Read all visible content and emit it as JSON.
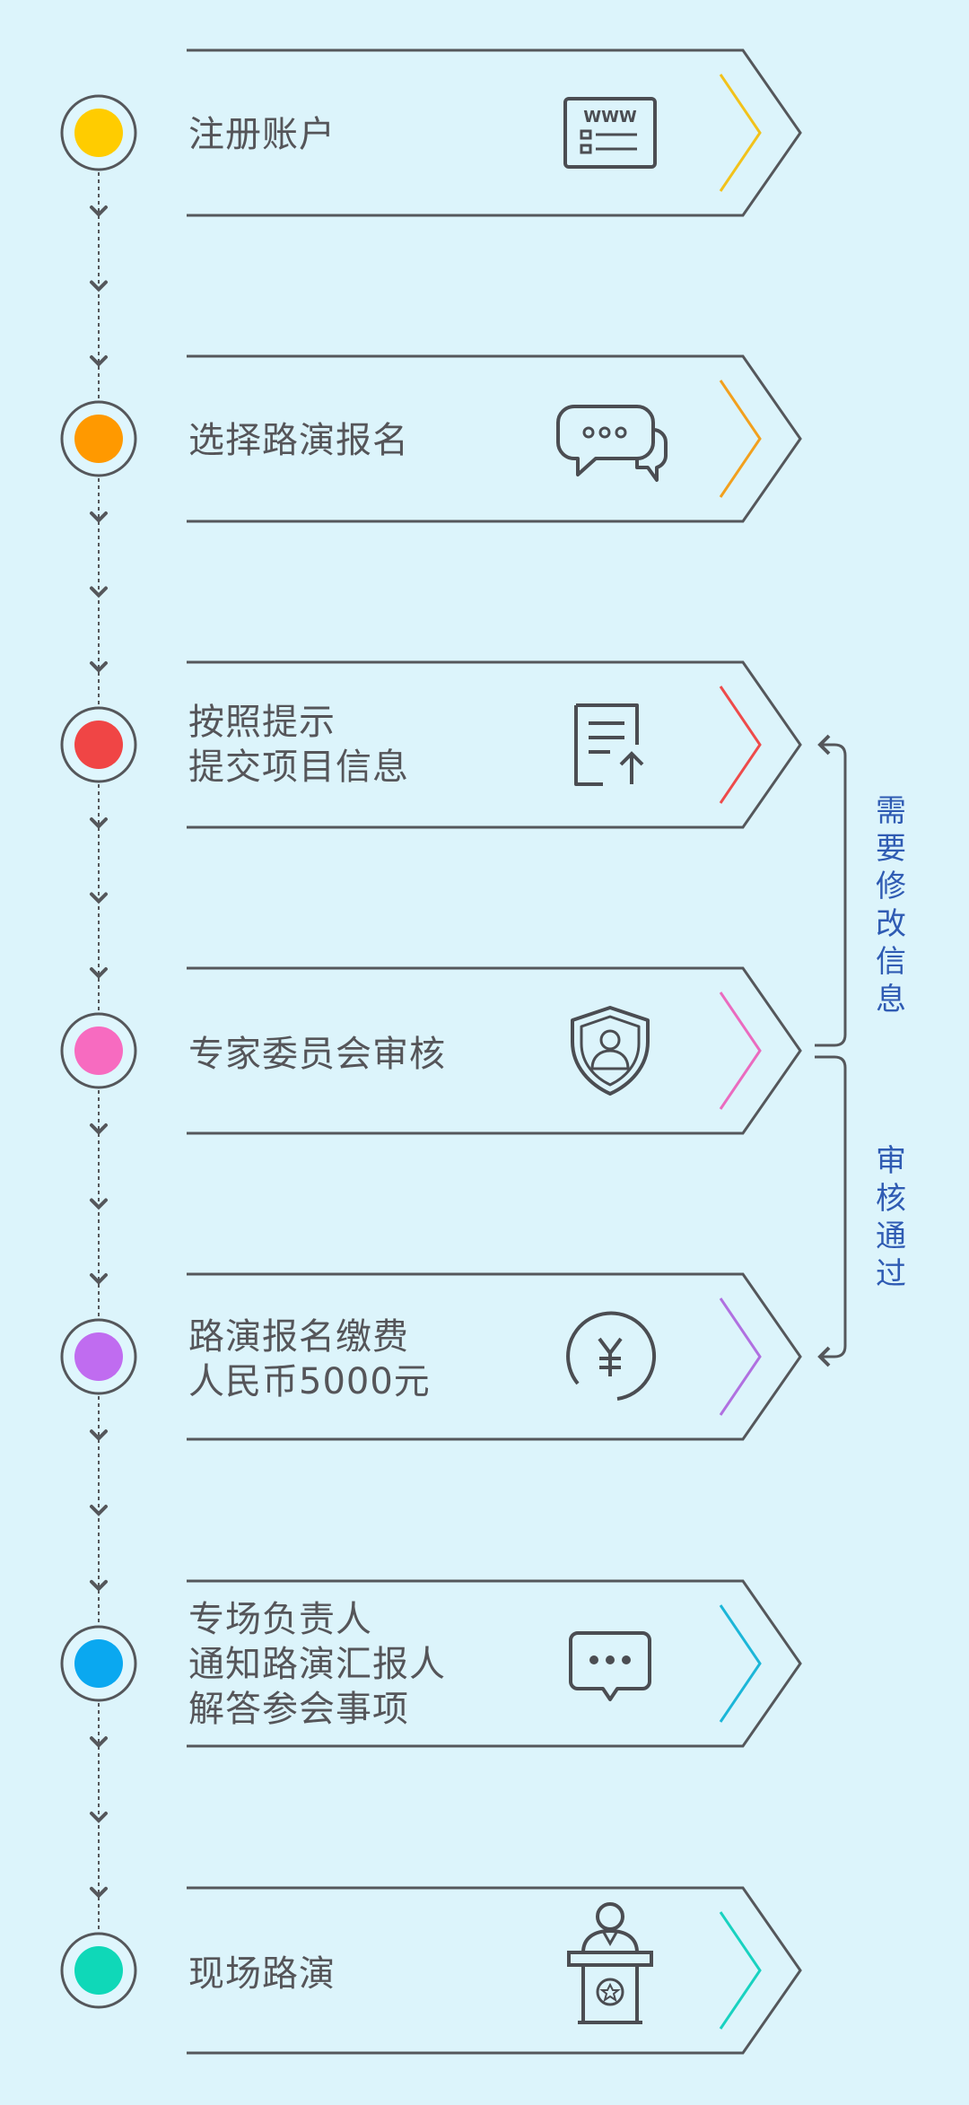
{
  "steps": [
    {
      "label": "注册账户",
      "dot_color": "#ffcc00",
      "accent_color": "#f2c21b",
      "icon": "www-browser-icon"
    },
    {
      "label": "选择路演报名",
      "dot_color": "#ff9900",
      "accent_color": "#f2a01e",
      "icon": "chat-bubbles-icon"
    },
    {
      "label": "按照提示\n提交项目信息",
      "dot_color": "#f04545",
      "accent_color": "#ee4b4b",
      "icon": "document-upload-icon"
    },
    {
      "label": "专家委员会审核",
      "dot_color": "#f76bc0",
      "accent_color": "#ea6bbf",
      "icon": "shield-user-icon"
    },
    {
      "label": "路演报名缴费\n人民币5000元",
      "dot_color": "#c06cf0",
      "accent_color": "#b070e0",
      "icon": "yuan-coin-icon"
    },
    {
      "label": "专场负责人\n通知路演汇报人\n解答参会事项",
      "dot_color": "#0aa8f0",
      "accent_color": "#1cb6d8",
      "icon": "message-dots-icon"
    },
    {
      "label": "现场路演",
      "dot_color": "#0fd8b8",
      "accent_color": "#19d2c0",
      "icon": "speaker-podium-icon"
    }
  ],
  "branches": {
    "revise": "需要修改信息",
    "approved": "审核通过"
  },
  "colors": {
    "background": "#dcf4fb",
    "outline": "#55575b",
    "side_text": "#2f5bb3"
  }
}
